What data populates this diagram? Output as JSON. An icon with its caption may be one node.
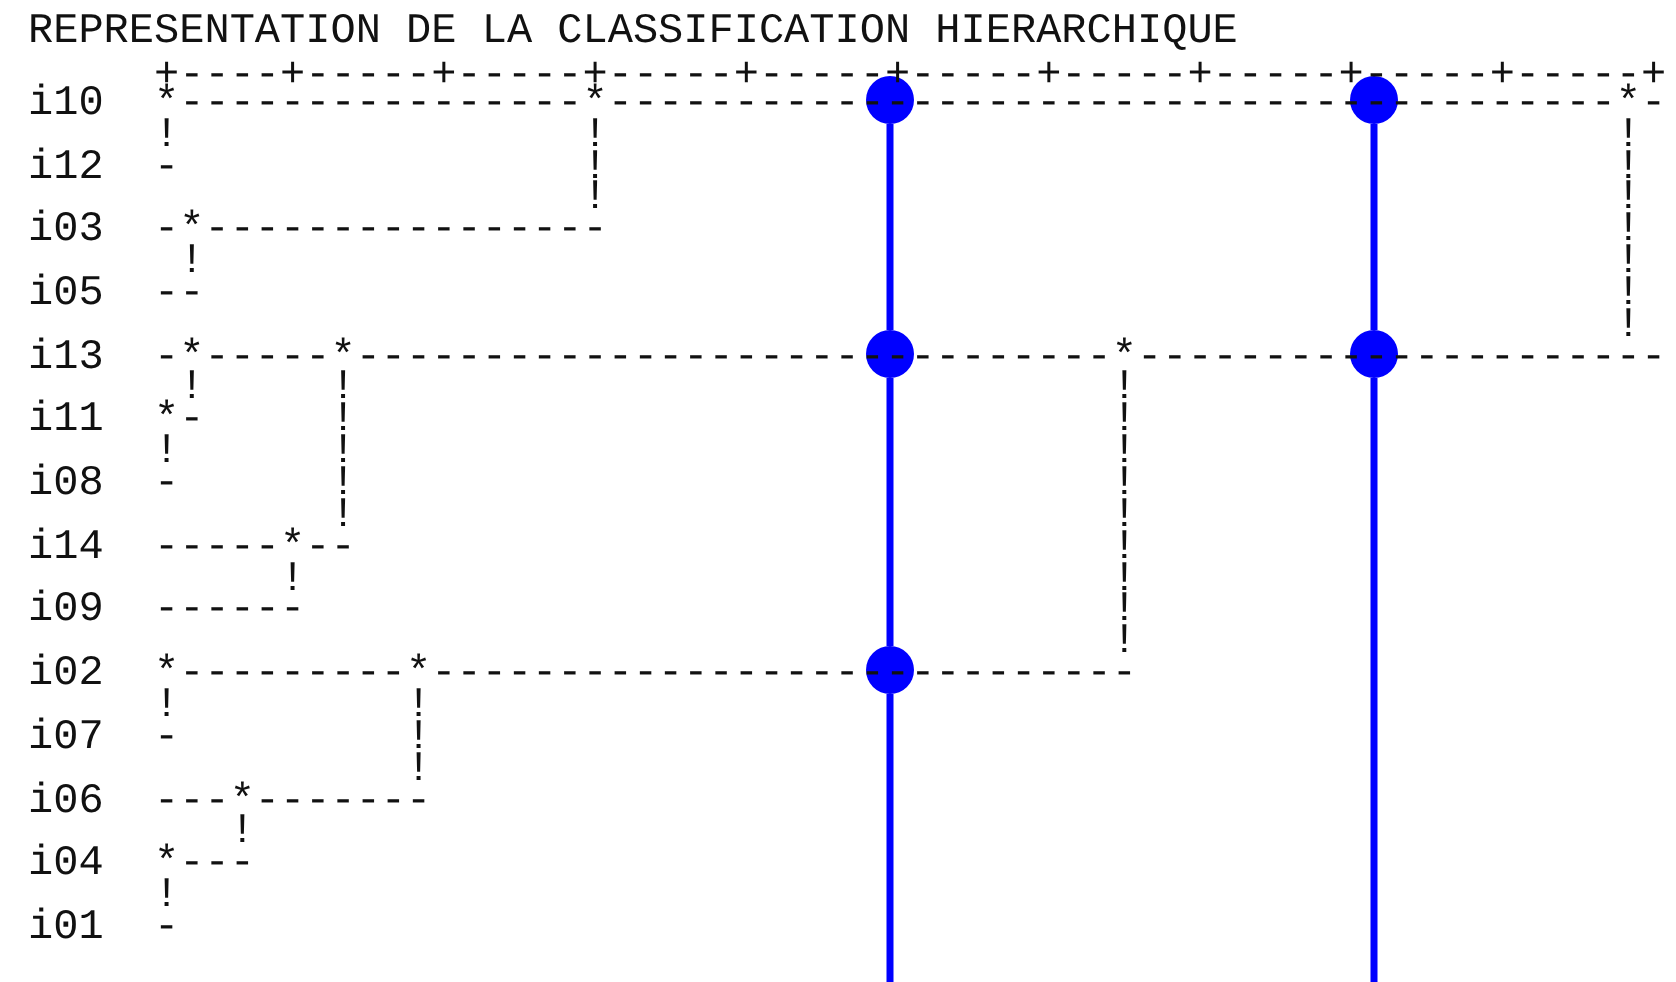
{
  "diagram": {
    "title": "REPRESENTATION DE LA CLASSIFICATION HIERARCHIQUE",
    "nodes": [
      {
        "text": [],
        "shape": "circle"
      },
      {
        "text": [],
        "shape": "circle"
      },
      {
        "text": [],
        "shape": "circle"
      },
      {
        "text": [],
        "shape": "circle"
      },
      {
        "text": [],
        "shape": "circle"
      }
    ],
    "edges": [
      {
        "from": 0,
        "to": 2,
        "arrow": "none"
      },
      {
        "from": 1,
        "to": 3,
        "arrow": "none"
      },
      {
        "from": 2,
        "to": 4,
        "arrow": "none"
      },
      {
        "from": 3,
        "to": null,
        "arrow": "none"
      },
      {
        "from": 4,
        "to": null,
        "arrow": "none"
      }
    ],
    "labels": [
      "     +----+-----+-----+-----+-----+-----+-----+-----+-----+-----+",
      "i10  *----------------*----------------------------------------*-",
      "     !                !                                        !",
      "i12  -                !                                        !",
      "                      !                                        !",
      "i03  -*----------------                                        !",
      "      !                                                        !",
      "i05  --                                                        !",
      "                                                               !",
      "i13  -*-----*------------------------------*---------------------",
      "      !     !                              !",
      "i11  *-     !                              !",
      "     !      !                              !",
      "i08  -      !                              !",
      "            !                              !",
      "i14  -----*--                              !",
      "          !                                !",
      "i09  ------                                !",
      "                                           !",
      "i02  *---------*----------------------------",
      "     !         !",
      "i07  -         !",
      "               !",
      "i06  ---*-------",
      "        !",
      "i04  *---",
      "     !",
      "i01  -"
    ]
  }
}
